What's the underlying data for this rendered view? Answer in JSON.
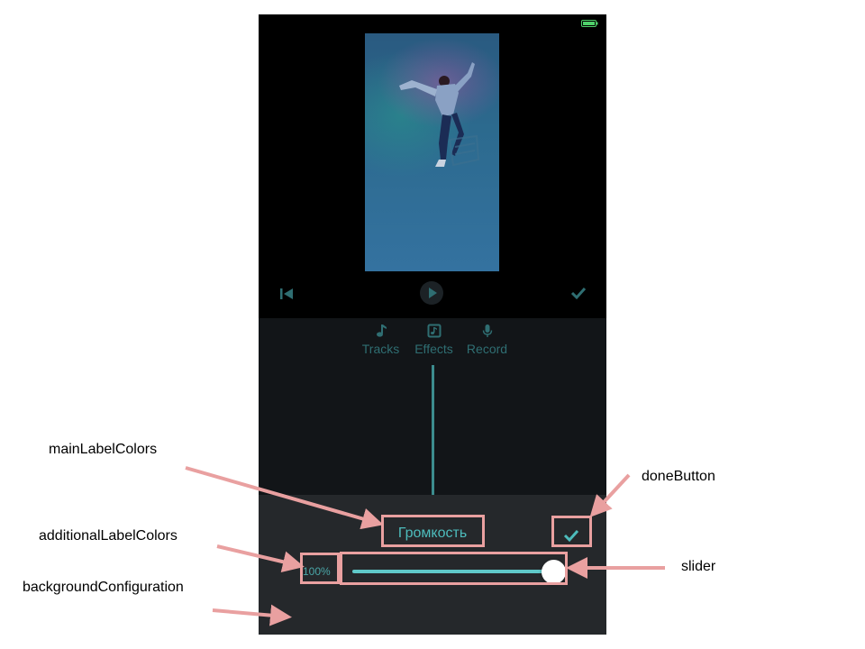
{
  "editor": {
    "tabs": [
      {
        "label": "Tracks",
        "icon": "music-note-icon"
      },
      {
        "label": "Effects",
        "icon": "effects-album-icon"
      },
      {
        "label": "Record",
        "icon": "microphone-icon"
      }
    ],
    "active_tab": "Effects",
    "accent_color": "#4dbcbc"
  },
  "volume_panel": {
    "title": "Громкость",
    "percent_label": "100%",
    "slider_value": 1.0,
    "done_icon": "checkmark-icon"
  },
  "annotations": {
    "main_label": "mainLabelColors",
    "additional_label": "additionalLabelColors",
    "background": "backgroundConfiguration",
    "done_button": "doneButton",
    "slider": "slider",
    "color": "#e9a0a0"
  }
}
